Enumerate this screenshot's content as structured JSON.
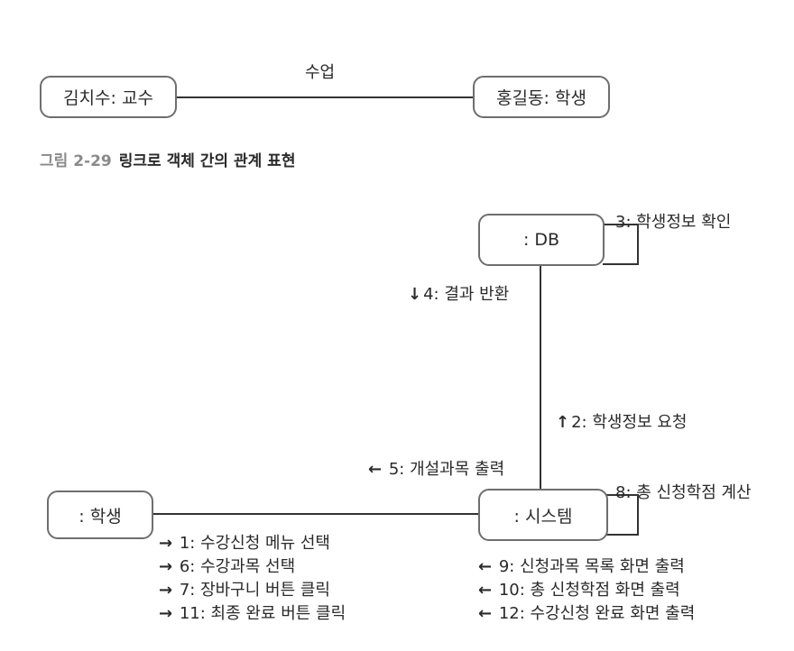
{
  "figure1": {
    "left_object": "김치수: 교수",
    "right_object": "홍길동: 학생",
    "link_label": "수업"
  },
  "caption": {
    "number": "그림 2-29",
    "title": "링크로 객체 간의 관계 표현"
  },
  "figure2": {
    "db_object": ": DB",
    "system_object": ": 시스템",
    "student_object": ": 학생",
    "db_self_message": "3: 학생정보 확인",
    "system_self_message": "8: 총 신청학점 계산",
    "return_message": {
      "arrow": "↓",
      "text": "4: 결과 반환"
    },
    "request_message": {
      "arrow": "↑",
      "text": "2: 학생정보 요청"
    },
    "output_message": {
      "arrow": "←",
      "text": "5: 개설과목 출력"
    },
    "student_messages": [
      {
        "arrow": "→",
        "text": "1: 수강신청 메뉴 선택"
      },
      {
        "arrow": "→",
        "text": "6: 수강과목 선택"
      },
      {
        "arrow": "→",
        "text": "7: 장바구니 버튼 클릭"
      },
      {
        "arrow": "→",
        "text": "11: 최종 완료 버튼 클릭"
      }
    ],
    "system_messages": [
      {
        "arrow": "←",
        "text": "9: 신청과목 목록 화면 출력"
      },
      {
        "arrow": "←",
        "text": "10: 총 신청학점 화면 출력"
      },
      {
        "arrow": "←",
        "text": "12: 수강신청 완료 화면 출력"
      }
    ]
  }
}
